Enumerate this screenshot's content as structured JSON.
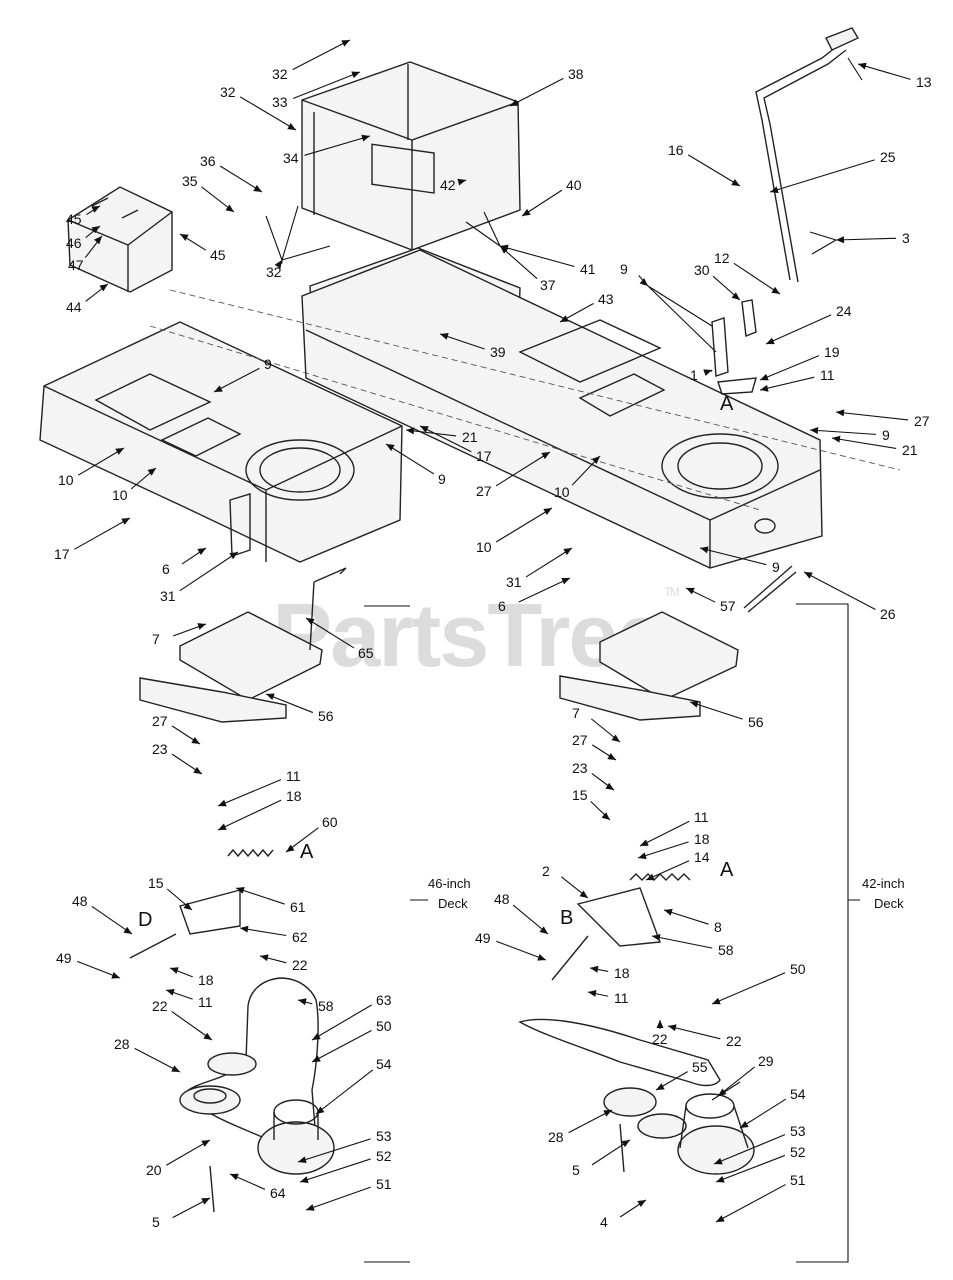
{
  "watermark": {
    "text": "PartsTree",
    "mark": "TM"
  },
  "sections": {
    "left_deck": {
      "line1": "46-inch",
      "line2": "Deck"
    },
    "right_deck": {
      "line1": "42-inch",
      "line2": "Deck"
    }
  },
  "connectors": [
    "A",
    "A",
    "A",
    "B",
    "D"
  ],
  "callouts": [
    "32",
    "33",
    "38",
    "13",
    "32",
    "34",
    "36",
    "35",
    "42",
    "40",
    "16",
    "25",
    "45",
    "46",
    "47",
    "45",
    "32",
    "41",
    "37",
    "3",
    "12",
    "9",
    "30",
    "24",
    "44",
    "43",
    "39",
    "19",
    "1",
    "11",
    "9",
    "10",
    "17",
    "21",
    "9",
    "27",
    "10",
    "17",
    "21",
    "9",
    "27",
    "10",
    "10",
    "6",
    "31",
    "31",
    "6",
    "57",
    "9",
    "26",
    "7",
    "65",
    "56",
    "56",
    "27",
    "23",
    "11",
    "18",
    "60",
    "7",
    "27",
    "23",
    "15",
    "11",
    "18",
    "14",
    "2",
    "48",
    "61",
    "15",
    "62",
    "22",
    "48",
    "8",
    "58",
    "49",
    "18",
    "11",
    "58",
    "63",
    "22",
    "50",
    "28",
    "54",
    "50",
    "22",
    "55",
    "29",
    "54",
    "53",
    "20",
    "64",
    "52",
    "51",
    "5",
    "53",
    "52",
    "51",
    "5",
    "4",
    "49",
    "18",
    "11",
    "22",
    "28"
  ]
}
